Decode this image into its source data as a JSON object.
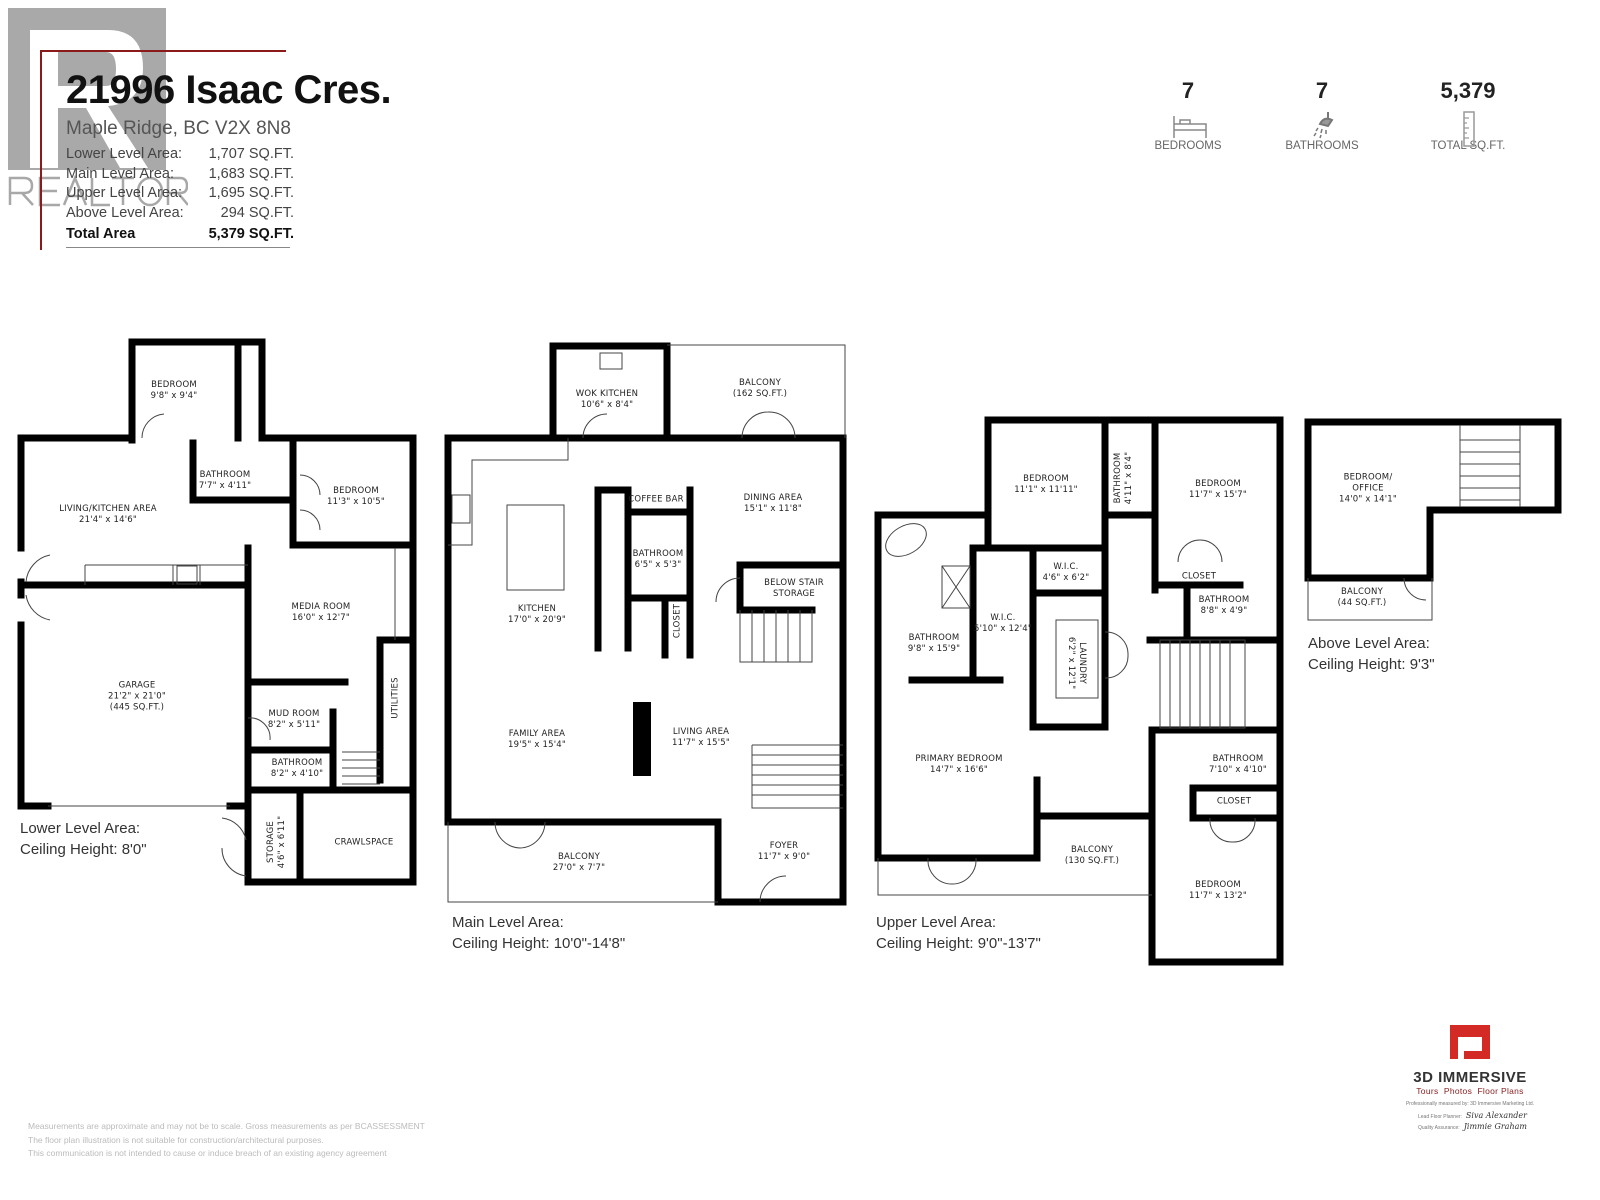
{
  "header": {
    "address": "21996 Isaac Cres.",
    "city_line": "Maple Ridge, BC V2X 8N8",
    "areas": [
      {
        "label": "Lower Level Area:",
        "value": "1,707 SQ.FT."
      },
      {
        "label": "Main Level Area:",
        "value": "1,683 SQ.FT."
      },
      {
        "label": "Upper Level Area:",
        "value": "1,695 SQ.FT."
      },
      {
        "label": "Above Level Area:",
        "value": "294 SQ.FT."
      }
    ],
    "total": {
      "label": "Total Area",
      "value": "5,379 SQ.FT."
    },
    "accent_color": "#8b1a1a"
  },
  "watermark": {
    "text": "REALTOR®",
    "color": "#9a9a9a"
  },
  "stats": [
    {
      "value": "7",
      "label": "BEDROOMS",
      "icon": "bed-icon"
    },
    {
      "value": "7",
      "label": "BATHROOMS",
      "icon": "shower-icon"
    },
    {
      "value": "5,379",
      "label": "TOTAL SQ.FT.",
      "icon": "ruler-icon"
    }
  ],
  "levels": {
    "lower": {
      "caption": [
        "Lower Level Area:",
        "Ceiling Height: 8'0\""
      ],
      "rooms": [
        {
          "name": "BEDROOM",
          "size": "9'8\" x 9'4\""
        },
        {
          "name": "BATHROOM",
          "size": "7'7\" x 4'11\""
        },
        {
          "name": "BEDROOM",
          "size": "11'3\" x 10'5\""
        },
        {
          "name": "LIVING/KITCHEN AREA",
          "size": "21'4\" x 14'6\""
        },
        {
          "name": "MEDIA ROOM",
          "size": "16'0\" x 12'7\""
        },
        {
          "name": "GARAGE",
          "size": "21'2\" x 21'0\"",
          "extra": "(445 SQ.FT.)"
        },
        {
          "name": "MUD ROOM",
          "size": "8'2\" x 5'11\""
        },
        {
          "name": "UTILITIES"
        },
        {
          "name": "BATHROOM",
          "size": "8'2\" x 4'10\""
        },
        {
          "name": "STORAGE",
          "size": "4'6\" x 6'11\""
        },
        {
          "name": "CRAWLSPACE"
        }
      ]
    },
    "main": {
      "caption": [
        "Main Level Area:",
        "Ceiling Height: 10'0\"-14'8\""
      ],
      "rooms": [
        {
          "name": "WOK KITCHEN",
          "size": "10'6\" x 8'4\""
        },
        {
          "name": "BALCONY",
          "size": "(162 SQ.FT.)"
        },
        {
          "name": "COFFEE BAR"
        },
        {
          "name": "DINING AREA",
          "size": "15'1\" x 11'8\""
        },
        {
          "name": "BATHROOM",
          "size": "6'5\" x 5'3\""
        },
        {
          "name": "BELOW STAIR",
          "size": "STORAGE"
        },
        {
          "name": "KITCHEN",
          "size": "17'0\" x 20'9\""
        },
        {
          "name": "CLOSET"
        },
        {
          "name": "FAMILY AREA",
          "size": "19'5\" x 15'4\""
        },
        {
          "name": "LIVING AREA",
          "size": "11'7\" x 15'5\""
        },
        {
          "name": "BALCONY",
          "size": "27'0\" x 7'7\""
        },
        {
          "name": "FOYER",
          "size": "11'7\" x 9'0\""
        }
      ]
    },
    "upper": {
      "caption": [
        "Upper Level Area:",
        "Ceiling Height: 9'0\"-13'7\""
      ],
      "rooms": [
        {
          "name": "BEDROOM",
          "size": "11'1\" x 11'11\""
        },
        {
          "name": "BATHROOM",
          "size": "4'11\" x 8'4\""
        },
        {
          "name": "BEDROOM",
          "size": "11'7\" x 15'7\""
        },
        {
          "name": "W.I.C.",
          "size": "4'6\" x 6'2\""
        },
        {
          "name": "CLOSET"
        },
        {
          "name": "BATHROOM",
          "size": "8'8\" x 4'9\""
        },
        {
          "name": "W.I.C.",
          "size": "5'10\" x 12'4\""
        },
        {
          "name": "BATHROOM",
          "size": "9'8\" x 15'9\""
        },
        {
          "name": "LAUNDRY",
          "size": "6'2\" x 12'1\""
        },
        {
          "name": "PRIMARY BEDROOM",
          "size": "14'7\" x 16'6\""
        },
        {
          "name": "BATHROOM",
          "size": "7'10\" x 4'10\""
        },
        {
          "name": "CLOSET"
        },
        {
          "name": "BALCONY",
          "size": "(130 SQ.FT.)"
        },
        {
          "name": "BEDROOM",
          "size": "11'7\" x 13'2\""
        }
      ]
    },
    "above": {
      "caption": [
        "Above Level Area:",
        "Ceiling Height: 9'3\""
      ],
      "rooms": [
        {
          "name": "BEDROOM/",
          "size": "OFFICE",
          "extra": "14'0\" x 14'1\""
        },
        {
          "name": "BALCONY",
          "size": "(44 SQ.FT.)"
        }
      ]
    }
  },
  "disclaimer": [
    "Measurements are approximate and may not be to scale. Gross measurements as per BCASSESSMENT",
    "The floor plan illustration is not suitable for construction/architectural purposes.",
    "This communication is not intended to cause or induce breach of an existing agency agreement"
  ],
  "brand": {
    "name": "3D IMMERSIVE",
    "tagline": "Tours  Photos  Floor Plans",
    "measured_by": "Professionally measured by: 3D Immersive Marketing Ltd.",
    "lead_label": "Lead Floor Planner:",
    "lead_signature": "Siva Alexander",
    "qa_label": "Quality Assurance:",
    "qa_signature": "Jimmie Graham",
    "color": "#d42a25"
  }
}
